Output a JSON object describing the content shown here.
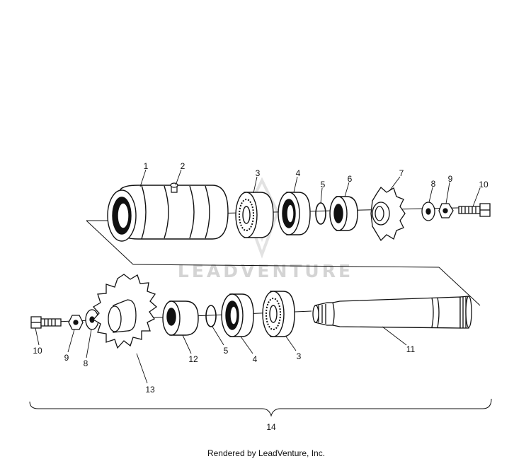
{
  "parts": {
    "p1": "1",
    "p2": "2",
    "p3a": "3",
    "p4a": "4",
    "p5a": "5",
    "p6": "6",
    "p7": "7",
    "p8a": "8",
    "p9a": "9",
    "p10a": "10",
    "p10b": "10",
    "p9b": "9",
    "p8b": "8",
    "p13": "13",
    "p12": "12",
    "p5b": "5",
    "p4b": "4",
    "p3b": "3",
    "p11": "11",
    "p14": "14"
  },
  "watermark": "LEADVENTURE",
  "footer": "Rendered by LeadVenture, Inc.",
  "colors": {
    "ink": "#111111",
    "watermark": "#d4d4d4",
    "background": "#ffffff"
  }
}
